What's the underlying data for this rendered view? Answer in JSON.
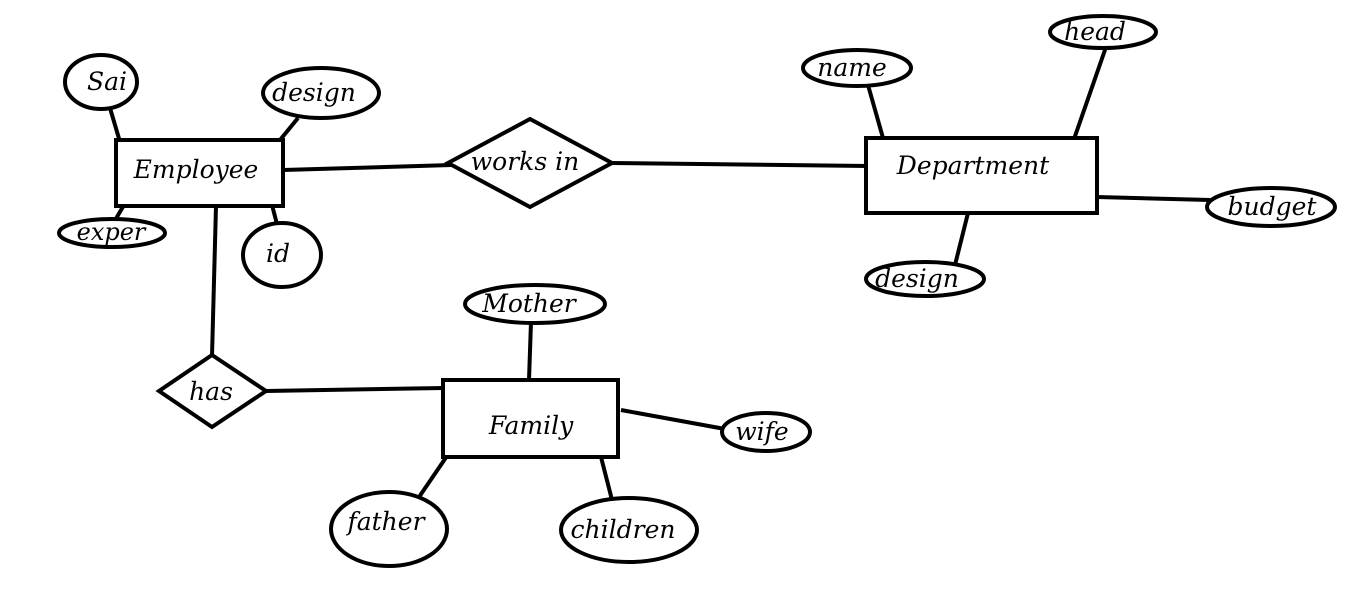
{
  "diagram": {
    "entities": {
      "employee": "Employee",
      "department": "Department",
      "family": "Family"
    },
    "relationships": {
      "works_in": "works in",
      "has": "has"
    },
    "attributes": {
      "employee": {
        "sai": "Sai",
        "design": "design",
        "exper": "exper",
        "id": "id"
      },
      "department": {
        "name": "name",
        "head": "head",
        "budget": "budget",
        "design": "design"
      },
      "family": {
        "mother": "Mother",
        "wife": "wife",
        "father": "father",
        "children": "children"
      }
    }
  }
}
